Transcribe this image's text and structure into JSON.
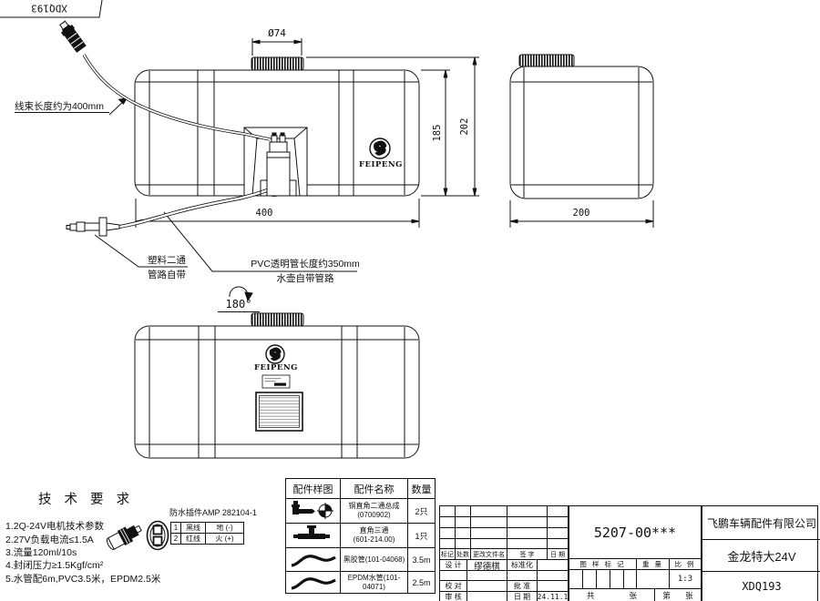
{
  "sheet": {
    "top_code": "XDQ193"
  },
  "brand": {
    "name": "FEIPENG"
  },
  "dims": {
    "cap_diameter": "Ø74",
    "body_height": "185",
    "total_height": "202",
    "length": "400",
    "width": "200",
    "rotation": "180°"
  },
  "notes": {
    "harness": "线束长度约为400mm",
    "fitting_line1": "塑料二通",
    "fitting_line2": "管路自带",
    "pvc_line1": "PVC透明管长度约350mm",
    "pvc_line2": "水壶自带管路"
  },
  "tech": {
    "title": "技 术 要 求",
    "items": [
      "1.2Q-24V电机技术参数",
      "2.27V负载电流≤1.5A",
      "3.流量120ml/10s",
      "4.封闭压力≥1.5Kgf/cm²",
      "5.水管配6m,PVC3.5米，EPDM2.5米"
    ]
  },
  "connector": {
    "title": "防水插件AMP 282104-1",
    "rows": [
      {
        "no": "1",
        "wire": "黑线",
        "pol": "地 (-)"
      },
      {
        "no": "2",
        "wire": "红线",
        "pol": "火 (+)"
      }
    ]
  },
  "parts": {
    "headers": [
      "配件样图",
      "配件名称",
      "数量"
    ],
    "rows": [
      {
        "icon": "elbow-fitting-icon",
        "name": "铜直角二通总成",
        "code": "(0700902)",
        "qty": "2只"
      },
      {
        "icon": "tee-fitting-icon",
        "name": "直角三通",
        "code": "(601-214.00)",
        "qty": "1只"
      },
      {
        "icon": "hose-icon",
        "name": "黑胶管(101-04068)",
        "code": "",
        "qty": "3.5m"
      },
      {
        "icon": "hose-icon",
        "name": "EPDM水管(101-04071)",
        "code": "",
        "qty": "2.5m"
      }
    ]
  },
  "titleblock": {
    "part_no": "5207-00***",
    "company": "飞鹏车辆配件有限公司",
    "product": "金龙特大24V",
    "drawing_no": "XDQ193",
    "rev_headers": [
      "标记",
      "处数",
      "更改文件名",
      "签 字",
      "日 期"
    ],
    "design_label": "设 计",
    "designer": "缪德棋",
    "std_label": "标准化",
    "check_label": "校 对",
    "approve_label": "批 准",
    "audit_label": "审 核",
    "date_label": "日 期",
    "date": "24.11.1",
    "stamp_label": "图 样 标 记",
    "weight_label": "重 量",
    "scale_label": "比 例",
    "scale": "1:3",
    "sheet_total": "共",
    "sheet_unit1": "张",
    "sheet_no": "第",
    "sheet_unit2": "张"
  }
}
